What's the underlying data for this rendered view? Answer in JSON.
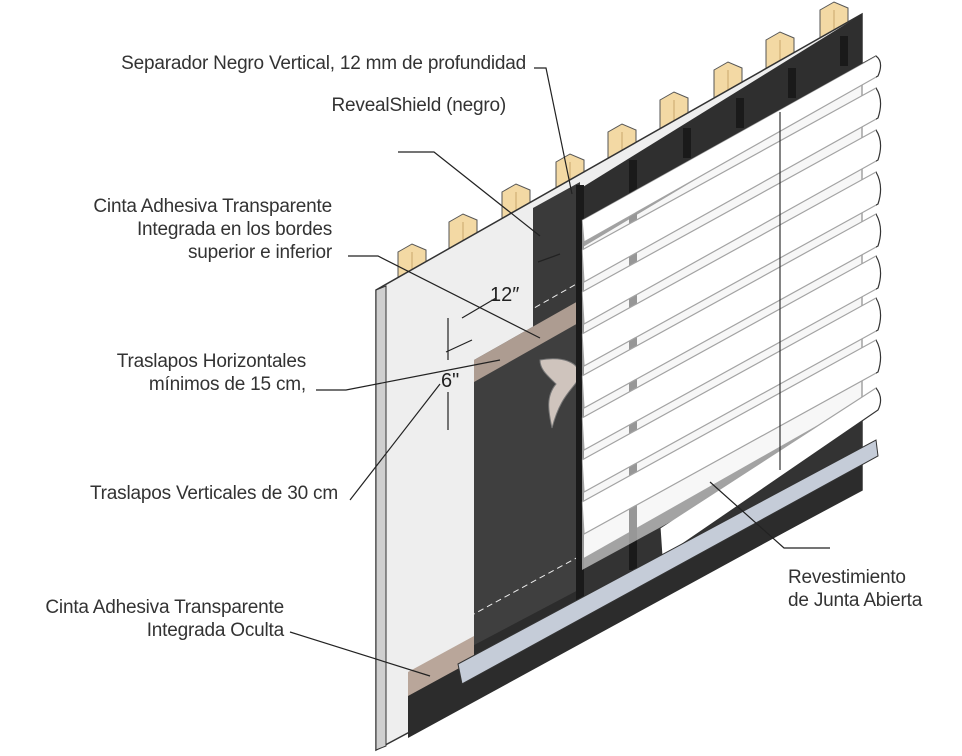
{
  "labels": {
    "vertical_spacer": "Separador Negro Vertical, 12 mm de profundidad",
    "revealshield": "RevealShield (negro)",
    "tape_edges": "Cinta Adhesiva Transparente\nIntegrada en los bordes\nsuperior e inferior",
    "horizontal_laps": "Traslapos Horizontales\nmínimos de 15 cm,",
    "vertical_laps": "Traslapos Verticales de 30 cm",
    "tape_hidden": "Cinta Adhesiva Transparente\nIntegrada Oculta",
    "open_joint_cladding": "Revestimiento\nde Junta Abierta"
  },
  "dimensions": {
    "vertical_overlap": "12″",
    "horizontal_overlap": "6\""
  },
  "colors": {
    "membrane": "#3a3a3a",
    "wall_panel": "#eeeeee",
    "cladding": "#ffffff",
    "stud": "#f3d9a4",
    "tape": "#b9a69a",
    "rail": "#c5ccd8"
  }
}
